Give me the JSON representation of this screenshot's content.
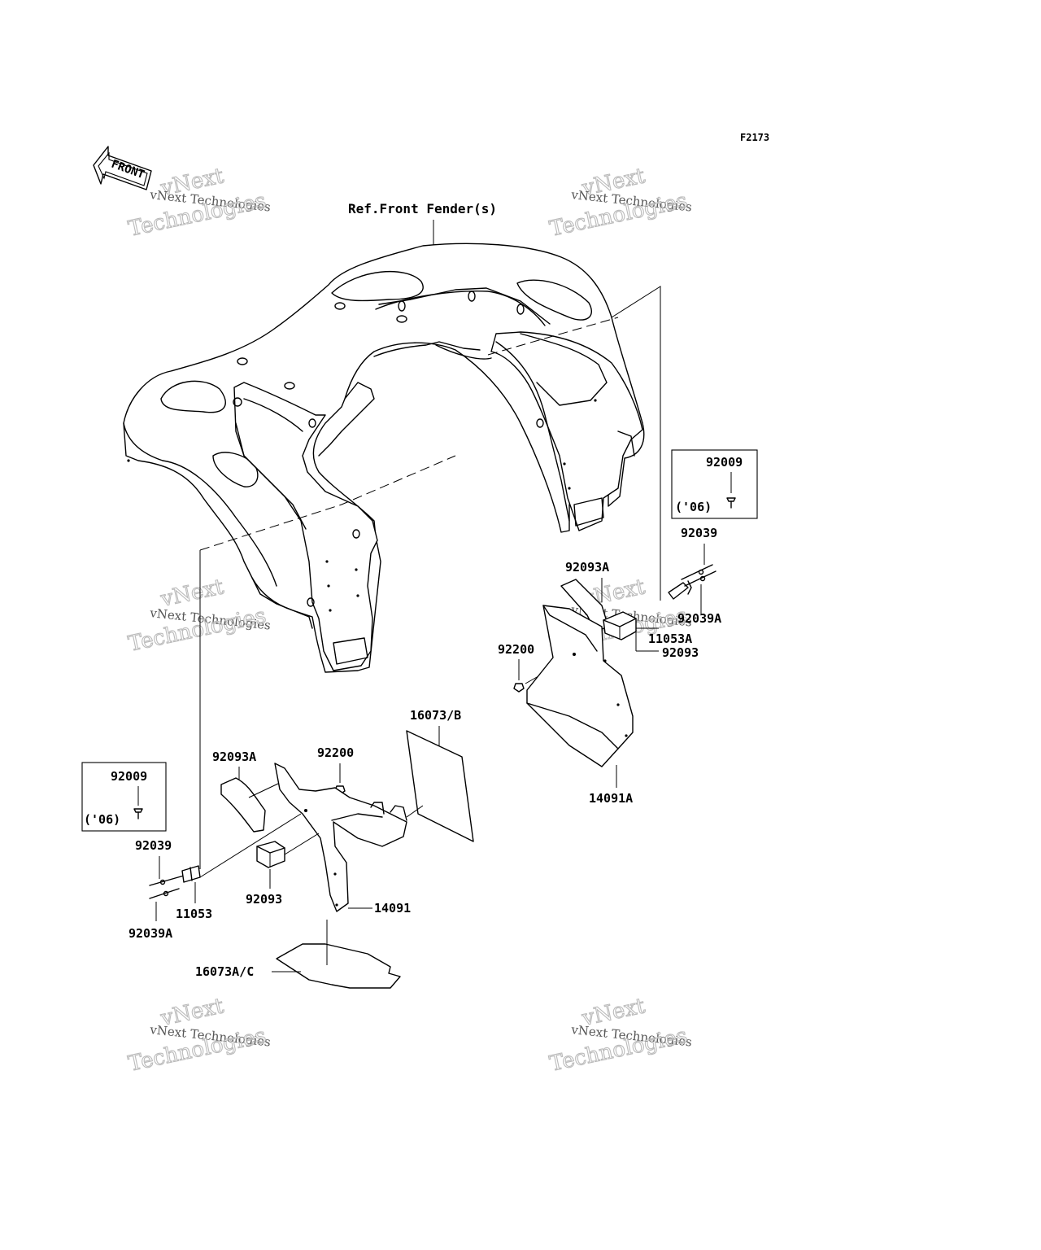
{
  "diagram": {
    "figure_code": "F2173",
    "front_arrow_text": "FRONT",
    "ref_label": "Ref.Front Fender(s)",
    "watermark": {
      "line1": "vNext Technologies",
      "line2": "vNext",
      "line3": "Technologies"
    },
    "labels": {
      "p92009_right": "92009",
      "year_right": "('06)",
      "p92039_right": "92039",
      "p92093A_right": "92093A",
      "p92039A_right": "92039A",
      "p11053A": "11053A",
      "p92093_right": "92093",
      "p92200_right": "92200",
      "p14091A": "14091A",
      "p16073B": "16073/B",
      "p92093A_left": "92093A",
      "p92200_left": "92200",
      "p92009_left": "92009",
      "year_left": "('06)",
      "p92039_left": "92039",
      "p11053": "11053",
      "p92093_left": "92093",
      "p14091": "14091",
      "p92039A_left": "92039A",
      "p16073AC": "16073A/C"
    }
  }
}
